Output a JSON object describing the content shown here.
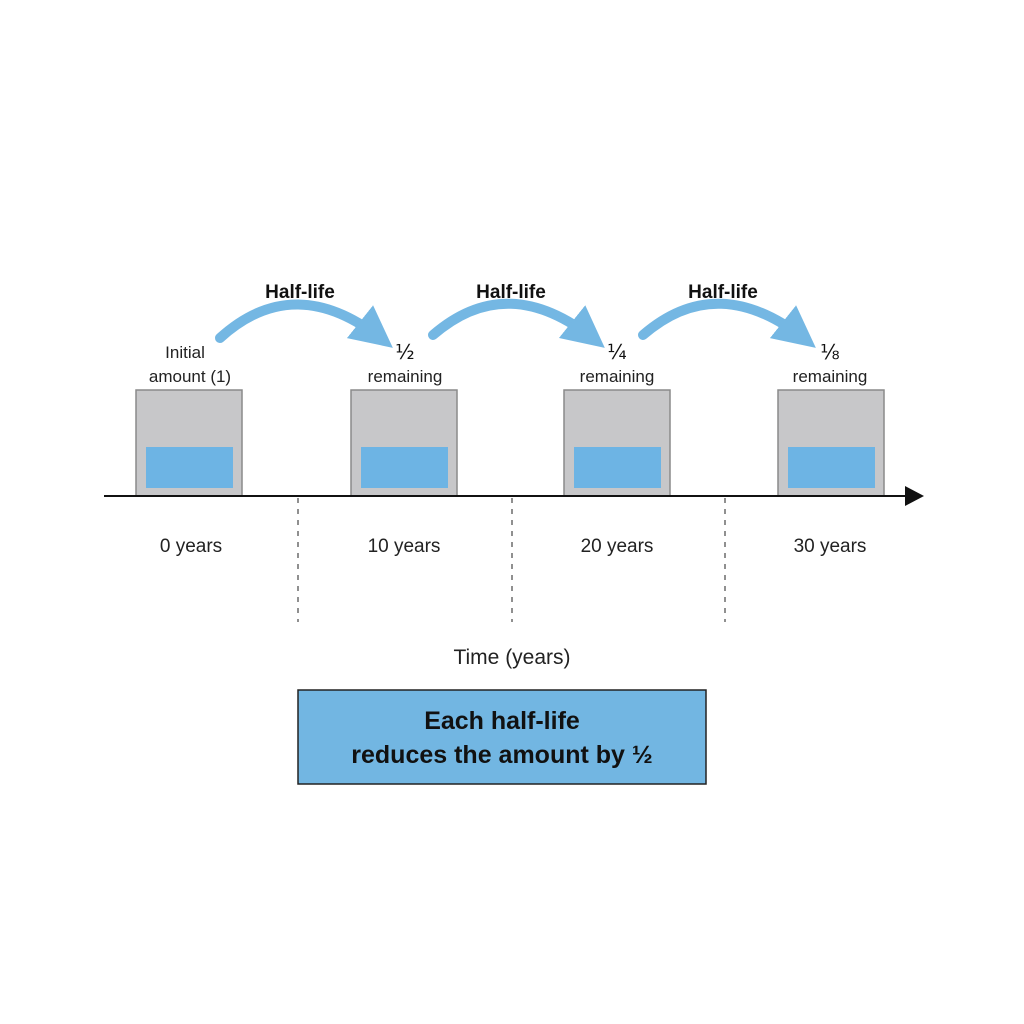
{
  "colors": {
    "arrow": "#74b7e3",
    "container_fill": "#c7c7c9",
    "container_stroke": "#8a8a8a",
    "substance": "#6db4e4",
    "summary_box": "#72b6e2",
    "axis": "#111111"
  },
  "arrows": [
    {
      "label": "Half-life"
    },
    {
      "label": "Half-life"
    },
    {
      "label": "Half-life"
    }
  ],
  "stages": [
    {
      "line1": "Initial",
      "line2": "amount (1)",
      "year": "0 years",
      "fraction": 1
    },
    {
      "line1": "½",
      "line2": "remaining",
      "year": "10 years",
      "fraction": 0.5
    },
    {
      "line1": "¼",
      "line2": "remaining",
      "year": "20 years",
      "fraction": 0.25
    },
    {
      "line1": "⅛",
      "line2": "remaining",
      "year": "30 years",
      "fraction": 0.125
    }
  ],
  "axis": {
    "title": "Time (years)"
  },
  "summary": {
    "line1": "Each half-life",
    "line2": "reduces the amount by ½"
  }
}
